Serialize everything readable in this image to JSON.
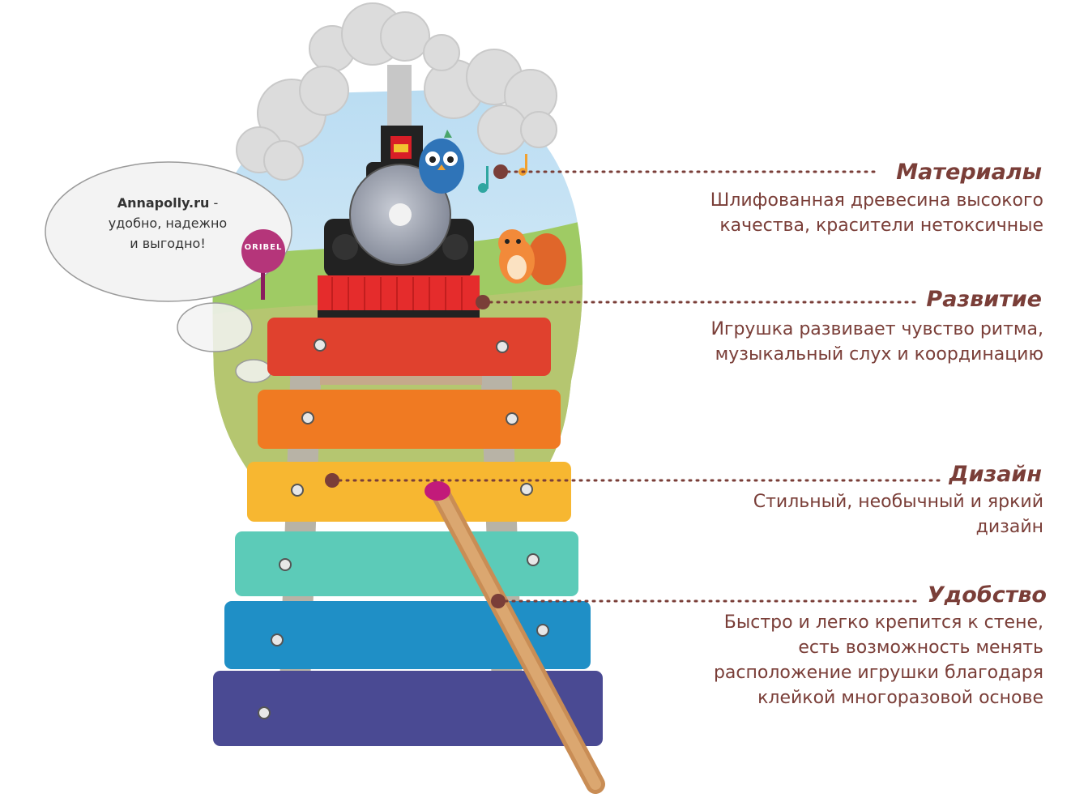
{
  "bubble": {
    "brand": "Annapolly.ru",
    "dash": " -",
    "line2": "удобно, надежно",
    "line3": "и выгодно!"
  },
  "sign": {
    "label": "ORIBEL"
  },
  "features": [
    {
      "title": "Материалы",
      "lines": [
        "Шлифованная древесина высокого",
        "качества, красители нетоксичные"
      ]
    },
    {
      "title": "Развитие",
      "lines": [
        "Игрушка развивает чувство ритма,",
        "музыкальный слух и координацию"
      ]
    },
    {
      "title": "Дизайн",
      "lines": [
        "Стильный, необычный и яркий",
        "дизайн"
      ]
    },
    {
      "title": "Удобство",
      "lines": [
        "Быстро и легко крепится к стене,",
        "есть возможность менять",
        "расположение игрушки благодаря",
        "клейкой многоразовой основе"
      ]
    }
  ],
  "colors": {
    "text": "#7a3e38",
    "bars": [
      "#e0412e",
      "#f07a22",
      "#f7b731",
      "#5ccbb8",
      "#1f8fc6",
      "#4a4a93"
    ],
    "mallet_tip": "#c21a7a"
  }
}
